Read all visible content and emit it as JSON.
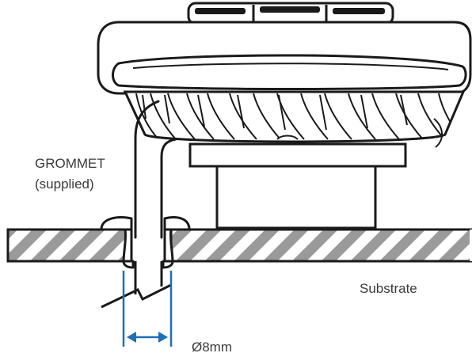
{
  "labels": {
    "grommet_line1": "GROMMET",
    "grommet_line2": "(supplied)",
    "substrate": "Substrate",
    "diameter": "Ø8mm"
  },
  "colors": {
    "outline": "#1a1a1a",
    "hatch": "#9a9a9a",
    "dimension": "#1f6fb5",
    "text": "#3a3a3a",
    "background": "#ffffff"
  }
}
